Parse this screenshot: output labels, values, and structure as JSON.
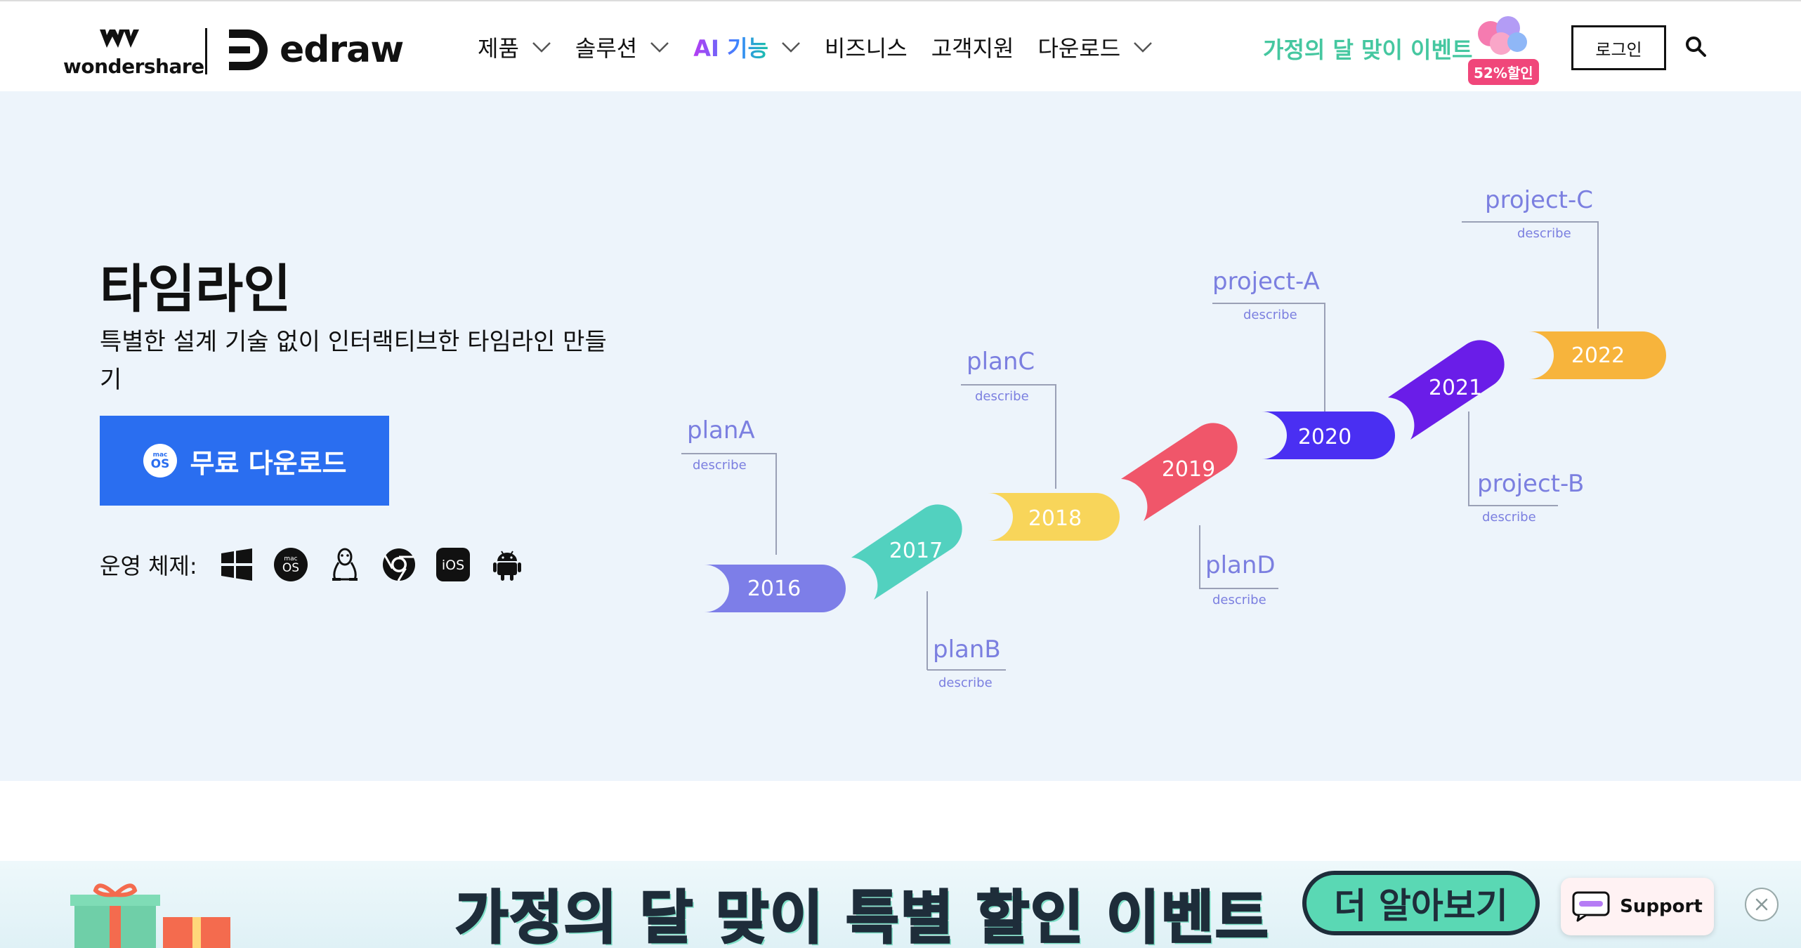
{
  "header": {
    "brand": {
      "wondershare": "wondershare",
      "edraw": "edraw"
    },
    "nav": [
      {
        "label": "제품",
        "has_dropdown": true
      },
      {
        "label": "솔루션",
        "has_dropdown": true
      },
      {
        "label": "AI 기능",
        "has_dropdown": true
      },
      {
        "label": "비즈니스",
        "has_dropdown": false
      },
      {
        "label": "고객지원",
        "has_dropdown": false
      },
      {
        "label": "다운로드",
        "has_dropdown": true
      }
    ],
    "event_link": "가정의 달 맞이 이벤트",
    "sale_badge": "52%할인",
    "login_label": "로그인",
    "icons": [
      "search-icon",
      "chevron-down-icon",
      "balloon-icon"
    ]
  },
  "hero": {
    "title": "타임라인",
    "subtitle": "특별한 설계 기술 없이 인터랙티브한 타임라인 만들기",
    "download_button": {
      "label": "무료 다운로드",
      "badge_top": "mac",
      "badge_bottom": "OS"
    },
    "os_label": "운영 체제:",
    "os_icons": [
      "windows-icon",
      "macos-icon",
      "linux-icon",
      "chrome-icon",
      "ios-icon",
      "android-icon"
    ],
    "os_badges": {
      "macos_top": "mac",
      "macos_bottom": "OS",
      "ios": "iOS"
    }
  },
  "timeline": {
    "segments": [
      {
        "year": "2016",
        "color": "#7d7ee8",
        "label": "planA",
        "desc": "describe"
      },
      {
        "year": "2017",
        "color": "#52d1bf",
        "label": "planB",
        "desc": "describe"
      },
      {
        "year": "2018",
        "color": "#f8d55a",
        "label": "planC",
        "desc": "describe"
      },
      {
        "year": "2019",
        "color": "#f0566a",
        "label": "planD",
        "desc": "describe"
      },
      {
        "year": "2020",
        "color": "#4a2ff2",
        "label": "project-A",
        "desc": "describe"
      },
      {
        "year": "2021",
        "color": "#6a1de8",
        "label": "project-B",
        "desc": "describe"
      },
      {
        "year": "2022",
        "color": "#f7b43c",
        "label": "project-C",
        "desc": "describe"
      }
    ],
    "label_color": "#7b7fe0"
  },
  "banner": {
    "promo_text": "가정의 달 맞이 특별 할인 이벤트",
    "cta_label": "더 알아보기",
    "support_label": "Support",
    "icons": [
      "gift-icon",
      "chat-icon",
      "close-icon"
    ]
  },
  "colors": {
    "primary": "#2a6ef0",
    "event": "#45c7a0",
    "hero_bg": "#edf4fb"
  }
}
